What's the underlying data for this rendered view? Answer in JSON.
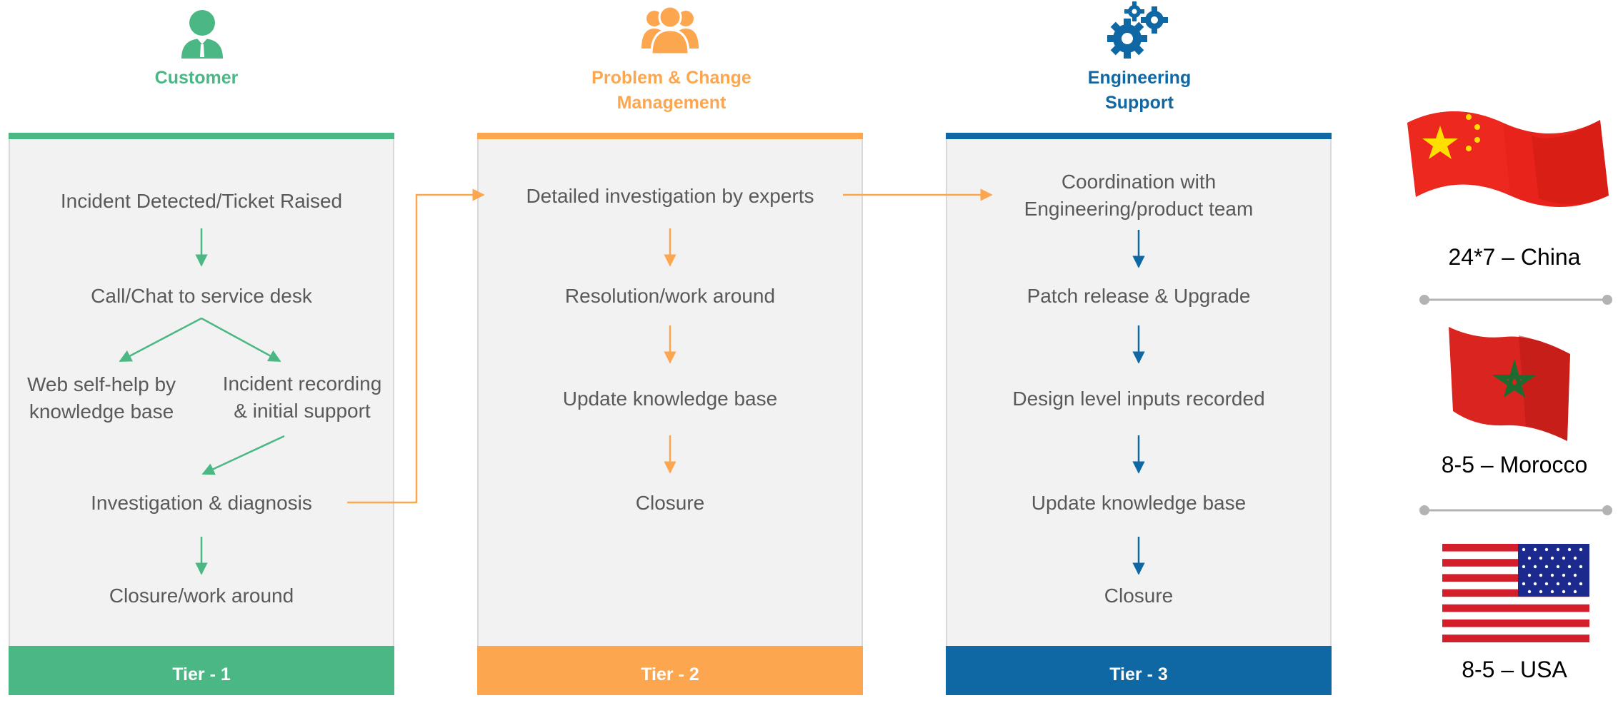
{
  "colors": {
    "tier1": "#4bb784",
    "tier2": "#fca750",
    "tier3": "#0f67a4",
    "panel": "#f2f2f2",
    "text": "#595959"
  },
  "columns": [
    {
      "heading": "Customer",
      "icon": "person-icon",
      "tier": "Tier - 1",
      "steps": {
        "s1": "Incident Detected/Ticket Raised",
        "s2": "Call/Chat to service desk",
        "s3a": "Web self-help by",
        "s3b": "knowledge base",
        "s4a": "Incident recording",
        "s4b": "& initial support",
        "s5": "Investigation & diagnosis",
        "s6": "Closure/work around"
      }
    },
    {
      "heading_line1": "Problem & Change",
      "heading_line2": "Management",
      "icon": "group-icon",
      "tier": "Tier - 2",
      "steps": {
        "s1": "Detailed investigation by experts",
        "s2": "Resolution/work around",
        "s3": "Update knowledge base",
        "s4": "Closure"
      }
    },
    {
      "heading_line1": "Engineering",
      "heading_line2": "Support",
      "icon": "gears-icon",
      "tier": "Tier - 3",
      "steps": {
        "s1a": "Coordination with",
        "s1b": "Engineering/product team",
        "s2": "Patch release & Upgrade",
        "s3": "Design level inputs recorded",
        "s4": "Update knowledge base",
        "s5": "Closure"
      }
    }
  ],
  "regions": [
    {
      "flag": "china-flag",
      "label": "24*7 – China"
    },
    {
      "flag": "morocco-flag",
      "label": "8-5 – Morocco"
    },
    {
      "flag": "usa-flag",
      "label": "8-5 – USA"
    }
  ]
}
